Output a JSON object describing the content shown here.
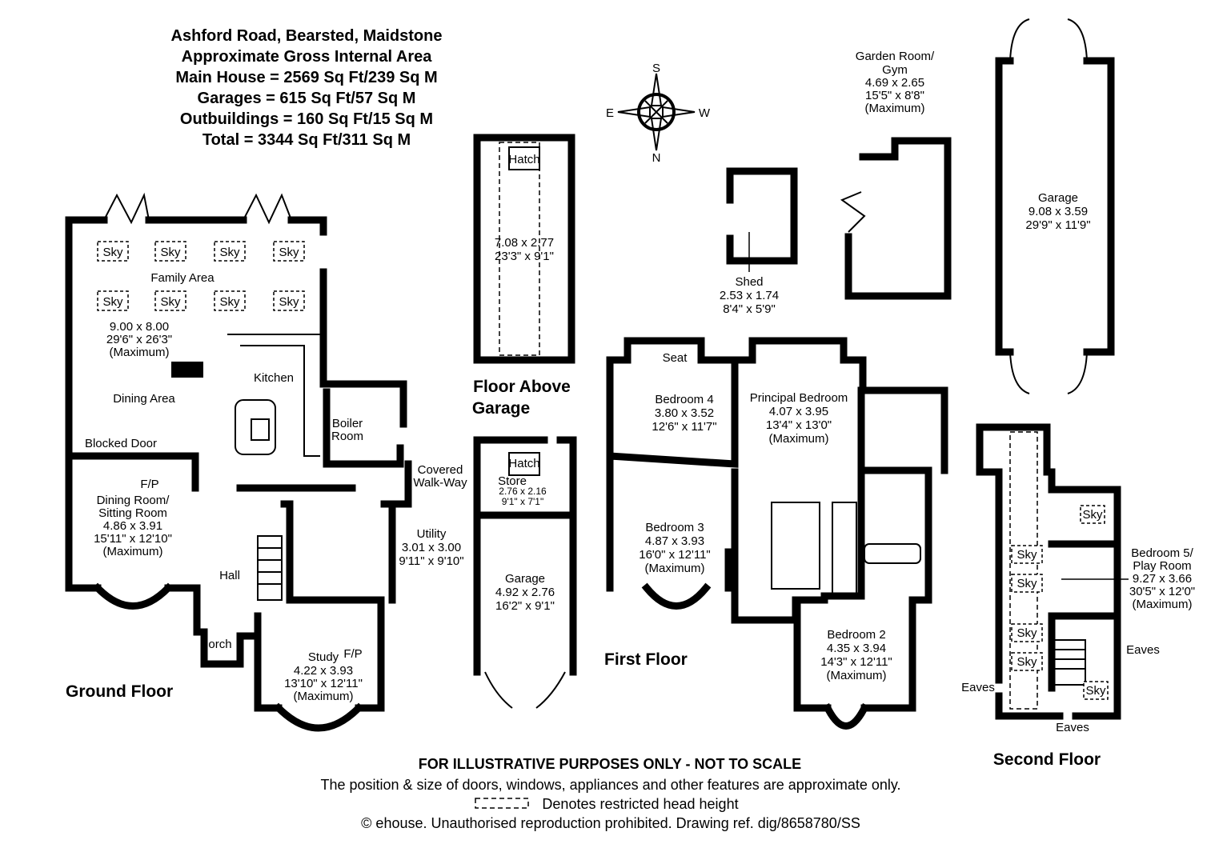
{
  "header": {
    "lines": [
      "Ashford Road, Bearsted, Maidstone",
      "Approximate Gross Internal Area",
      "Main House = 2569 Sq Ft/239 Sq M",
      "Garages = 615 Sq Ft/57 Sq M",
      "Outbuildings = 160 Sq Ft/15 Sq M",
      "Total = 3344 Sq Ft/311 Sq M"
    ]
  },
  "compass": {
    "north": "N",
    "south": "S",
    "east": "E",
    "west": "W"
  },
  "floors": {
    "ground": "Ground Floor",
    "above_garage": [
      "Floor Above",
      "Garage"
    ],
    "first": "First Floor",
    "second": "Second Floor"
  },
  "skylight_label": "Sky",
  "rooms": {
    "family_area": "Family Area",
    "family_dims": [
      "9.00 x 8.00",
      "29'6\" x 26'3\"",
      "(Maximum)"
    ],
    "kitchen": "Kitchen",
    "dining_area": "Dining Area",
    "blocked_door": "Blocked Door",
    "boiler_room": [
      "Boiler",
      "Room"
    ],
    "covered_walkway": [
      "Covered",
      "Walk-Way"
    ],
    "fp_ground": "F/P",
    "dining_room": [
      "Dining Room/",
      "Sitting Room",
      "4.86 x 3.91",
      "15'11\" x 12'10\"",
      "(Maximum)"
    ],
    "hall": "Hall",
    "porch": "Porch",
    "utility": [
      "Utility",
      "3.01 x 3.00",
      "9'11\" x 9'10\""
    ],
    "study": [
      "Study",
      "4.22 x 3.93",
      "13'10\" x 12'11\"",
      "(Maximum)"
    ],
    "study_fp": "F/P",
    "above_garage_room": [
      "7.08 x 2.77",
      "23'3\" x 9'1\""
    ],
    "hatch_top": "Hatch",
    "hatch_store": "Hatch",
    "store": [
      "Store",
      "2.76 x 2.16",
      "9'1\" x 7'1\""
    ],
    "garage_ground": [
      "Garage",
      "4.92 x 2.76",
      "16'2\" x 9'1\""
    ],
    "shed": [
      "Shed",
      "2.53 x 1.74",
      "8'4\" x 5'9\""
    ],
    "garden_room": [
      "Garden Room/",
      "Gym",
      "4.69 x 2.65",
      "15'5\" x 8'8\"",
      "(Maximum)"
    ],
    "garage_large": [
      "Garage",
      "9.08 x 3.59",
      "29'9\" x 11'9\""
    ],
    "seat": "Seat",
    "bedroom4": [
      "Bedroom 4",
      "3.80 x 3.52",
      "12'6\" x 11'7\""
    ],
    "principal": [
      "Principal Bedroom",
      "4.07 x 3.95",
      "13'4\" x 13'0\"",
      "(Maximum)"
    ],
    "bedroom3": [
      "Bedroom 3",
      "4.87 x 3.93",
      "16'0\" x 12'11\"",
      "(Maximum)"
    ],
    "bedroom2": [
      "Bedroom 2",
      "4.35 x 3.94",
      "14'3\" x 12'11\"",
      "(Maximum)"
    ],
    "bedroom5": [
      "Bedroom 5/",
      "Play Room",
      "9.27 x 3.66",
      "30'5\" x 12'0\"",
      "(Maximum)"
    ],
    "eaves1": "Eaves",
    "eaves2": "Eaves",
    "eaves3": "Eaves"
  },
  "footer": {
    "disclaimer": "FOR ILLUSTRATIVE PURPOSES ONLY - NOT TO SCALE",
    "note": "The position & size of doors, windows, appliances and other features are approximate only.",
    "restricted": "Denotes restricted head height",
    "copyright": "© ehouse. Unauthorised reproduction prohibited. Drawing ref. dig/8658780/SS"
  }
}
